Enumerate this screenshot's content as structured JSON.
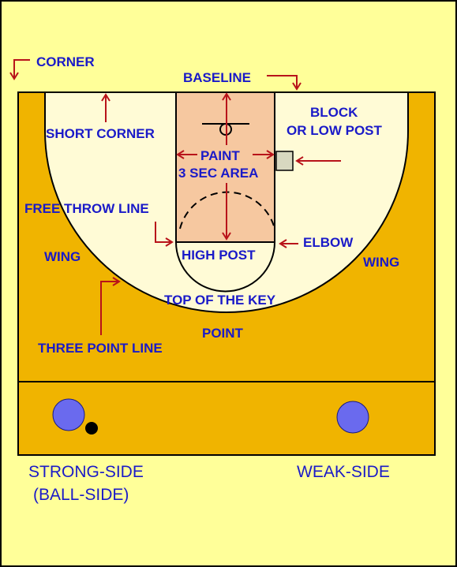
{
  "colors": {
    "background": "#ffff99",
    "court_floor": "#f0b400",
    "three_point_area": "#fffbd6",
    "paint": "#f6c8a0",
    "label_text": "#1a1ac8",
    "arrow": "#b8131a",
    "player": "#6a6aee",
    "ball": "#000000",
    "block_marker": "#d8d8c0"
  },
  "labels": {
    "corner": "CORNER",
    "baseline": "BASELINE",
    "block": "BLOCK",
    "low_post": "OR LOW POST",
    "short_corner": "SHORT CORNER",
    "paint": "PAINT",
    "three_sec_area": "3 SEC AREA",
    "free_throw_line": "FREE THROW LINE",
    "elbow": "ELBOW",
    "high_post": "HIGH POST",
    "wing_left": "WING",
    "wing_right": "WING",
    "top_of_key": "TOP OF THE KEY",
    "point": "POINT",
    "three_point_line": "THREE POINT LINE",
    "strong_side": "STRONG-SIDE",
    "ball_side": "(BALL-SIDE)",
    "weak_side": "WEAK-SIDE"
  },
  "icons": {
    "player_strong": "player-circle-icon",
    "player_weak": "player-circle-icon",
    "ball": "ball-icon",
    "basket": "basket-icon"
  }
}
